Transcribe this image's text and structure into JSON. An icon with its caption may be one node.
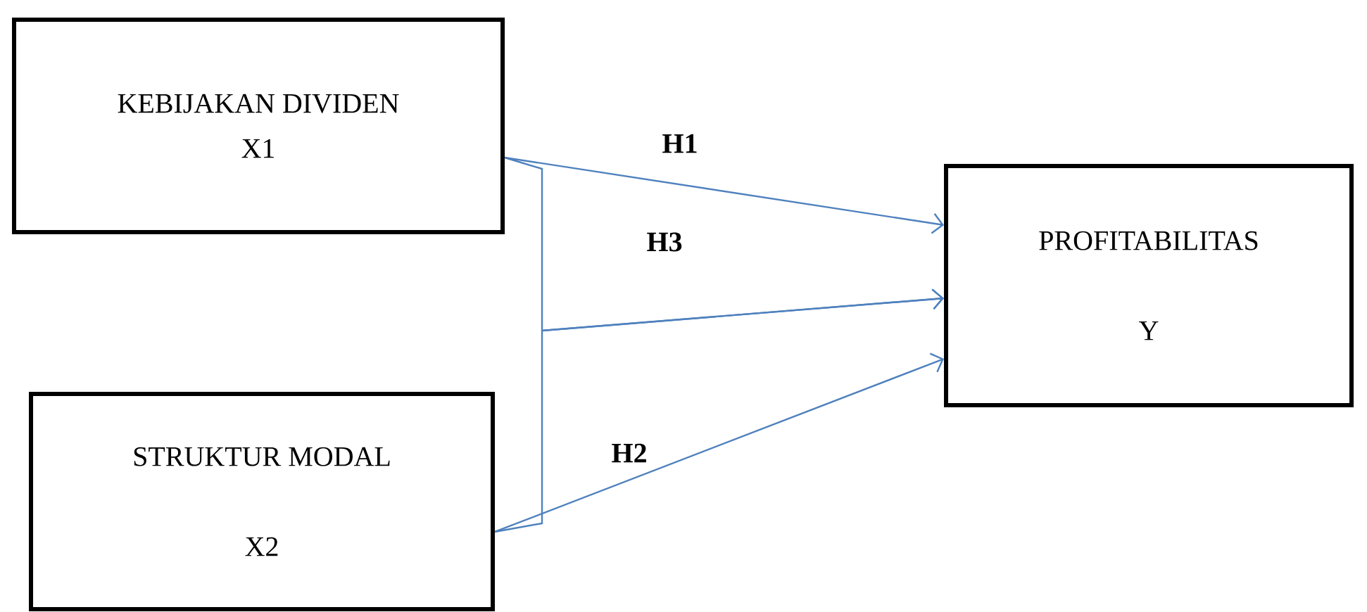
{
  "diagram": {
    "nodes": [
      {
        "text": [
          "KEBIJAKAN DIVIDEN",
          "X1"
        ]
      },
      {
        "text": [
          "STRUKTUR MODAL",
          "X2"
        ]
      },
      {
        "text": [
          "PROFITABILITAS",
          "Y"
        ]
      }
    ],
    "edges": [
      {
        "from": 0,
        "to": 2,
        "arrow": "to",
        "label": "H1"
      },
      {
        "from": 1,
        "to": 2,
        "arrow": "to",
        "label": "H2"
      },
      {
        "from": 0,
        "to": 2,
        "arrow": "to",
        "label": "H3"
      },
      {
        "from": 1,
        "to": 2,
        "arrow": "to"
      }
    ]
  }
}
